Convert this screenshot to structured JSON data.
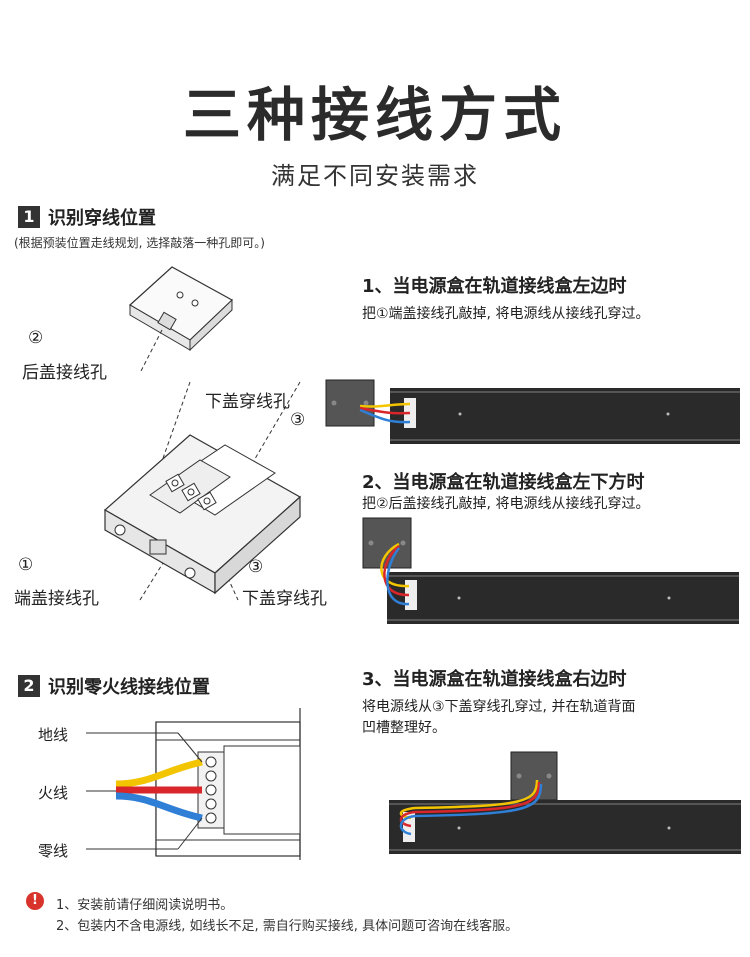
{
  "header": {
    "title": "三种接线方式",
    "subtitle": "满足不同安装需求"
  },
  "section1": {
    "number": "1",
    "title": "识别穿线位置",
    "note": "(根据预装位置走线规划, 选择敲落一种孔即可。)",
    "labels": {
      "hole2_num": "②",
      "hole2_name": "后盖接线孔",
      "hole3_top_name": "下盖穿线孔",
      "hole3_top_num": "③",
      "hole1_num": "①",
      "hole1_name": "端盖接线孔",
      "hole3_bottom_num": "③",
      "hole3_bottom_name": "下盖穿线孔"
    }
  },
  "section2": {
    "number": "2",
    "title": "识别零火线接线位置",
    "wires": {
      "ground": "地线",
      "live": "火线",
      "neutral": "零线"
    }
  },
  "cases": [
    {
      "title": "1、当电源盒在轨道接线盒左边时",
      "desc": "把①端盖接线孔敲掉, 将电源线从接线孔穿过。"
    },
    {
      "title": "2、当电源盒在轨道接线盒左下方时",
      "desc": "把②后盖接线孔敲掉, 将电源线从接线孔穿过。"
    },
    {
      "title": "3、当电源盒在轨道接线盒右边时",
      "desc_line1": "将电源线从③下盖穿线孔穿过, 并在轨道背面",
      "desc_line2": "凹槽整理好。"
    }
  ],
  "footer": {
    "icon": "warning-icon",
    "line1": "1、安装前请仔细阅读说明书。",
    "line2": "2、包装内不含电源线, 如线长不足, 需自行购买接线, 具体问题可咨询在线客服。"
  },
  "colors": {
    "wire_yellow": "#f2c500",
    "wire_red": "#d8262b",
    "wire_blue": "#2f7fd6",
    "rail_dark": "#2a2a2a",
    "box_gray": "#555555",
    "warning_red": "#d9342b"
  }
}
